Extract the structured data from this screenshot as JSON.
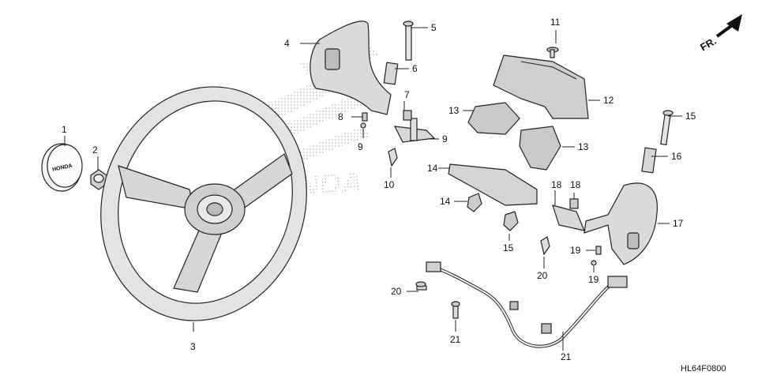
{
  "diagram": {
    "code": "HL64F0800",
    "direction_label": "FR.",
    "watermark": "HONDA",
    "emblem_text": "HONDA",
    "callouts": [
      "1",
      "2",
      "3",
      "4",
      "5",
      "6",
      "7",
      "8",
      "9",
      "9",
      "10",
      "11",
      "12",
      "13",
      "13",
      "14",
      "14",
      "15",
      "15",
      "16",
      "17",
      "18",
      "18",
      "19",
      "19",
      "20",
      "20",
      "21",
      "21"
    ]
  }
}
